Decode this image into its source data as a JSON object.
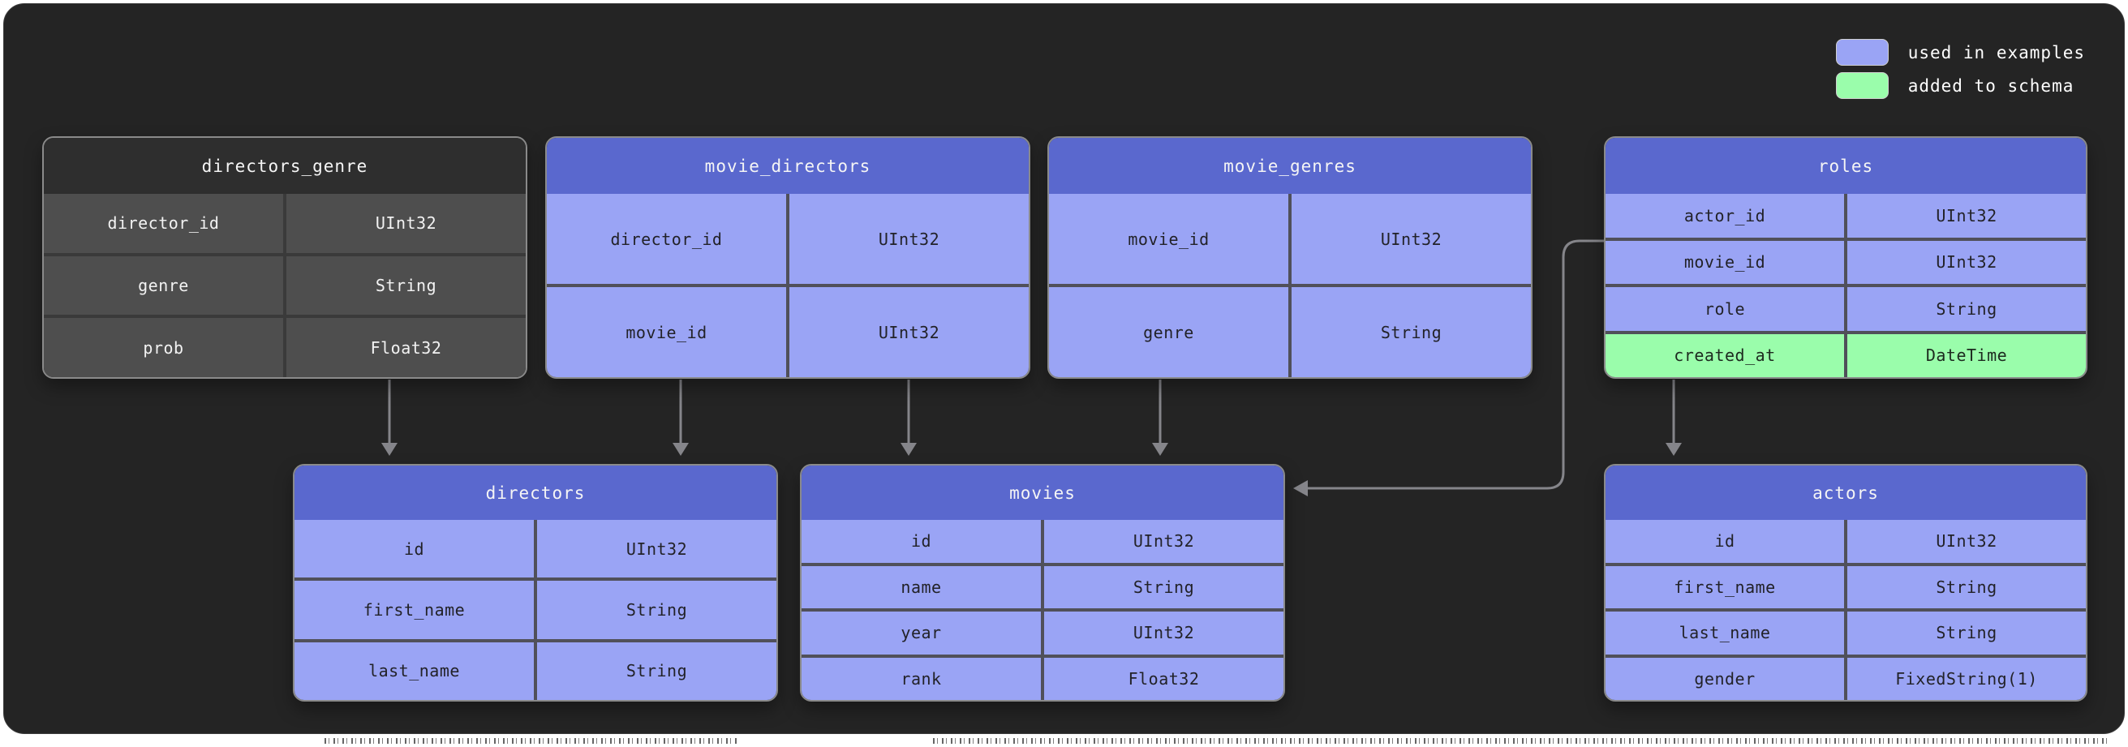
{
  "legend": {
    "items": [
      {
        "label": "used in examples",
        "color": "#9aa4f5"
      },
      {
        "label": "added to schema",
        "color": "#9afdab"
      }
    ]
  },
  "colors": {
    "panel_background": "#242424",
    "table_header_blue": "#5a68ce",
    "table_cell_blue": "#9aa4f5",
    "table_cell_green": "#9afdab",
    "muted_table_header": "#2e2e2e",
    "muted_table_cell": "#4e4e4e",
    "arrow": "#85858a"
  },
  "tables": [
    {
      "name": "directors_genre",
      "style": "muted",
      "rows": [
        {
          "field": "director_id",
          "type": "UInt32"
        },
        {
          "field": "genre",
          "type": "String"
        },
        {
          "field": "prob",
          "type": "Float32"
        }
      ]
    },
    {
      "name": "movie_directors",
      "style": "blue",
      "rows": [
        {
          "field": "director_id",
          "type": "UInt32"
        },
        {
          "field": "movie_id",
          "type": "UInt32"
        }
      ]
    },
    {
      "name": "movie_genres",
      "style": "blue",
      "rows": [
        {
          "field": "movie_id",
          "type": "UInt32"
        },
        {
          "field": "genre",
          "type": "String"
        }
      ]
    },
    {
      "name": "roles",
      "style": "blue",
      "rows": [
        {
          "field": "actor_id",
          "type": "UInt32"
        },
        {
          "field": "movie_id",
          "type": "UInt32"
        },
        {
          "field": "role",
          "type": "String"
        },
        {
          "field": "created_at",
          "type": "DateTime",
          "highlight": "added to schema"
        }
      ]
    },
    {
      "name": "directors",
      "style": "blue",
      "rows": [
        {
          "field": "id",
          "type": "UInt32"
        },
        {
          "field": "first_name",
          "type": "String"
        },
        {
          "field": "last_name",
          "type": "String"
        }
      ]
    },
    {
      "name": "movies",
      "style": "blue",
      "rows": [
        {
          "field": "id",
          "type": "UInt32"
        },
        {
          "field": "name",
          "type": "String"
        },
        {
          "field": "year",
          "type": "UInt32"
        },
        {
          "field": "rank",
          "type": "Float32"
        }
      ]
    },
    {
      "name": "actors",
      "style": "blue",
      "rows": [
        {
          "field": "id",
          "type": "UInt32"
        },
        {
          "field": "first_name",
          "type": "String"
        },
        {
          "field": "last_name",
          "type": "String"
        },
        {
          "field": "gender",
          "type": "FixedString(1)"
        }
      ]
    }
  ],
  "relationships": [
    {
      "from": "directors_genre",
      "to": "directors"
    },
    {
      "from": "movie_directors.director_id",
      "to": "directors"
    },
    {
      "from": "movie_directors.movie_id",
      "to": "movies"
    },
    {
      "from": "movie_genres.movie_id",
      "to": "movies"
    },
    {
      "from": "roles.movie_id",
      "to": "movies"
    },
    {
      "from": "roles",
      "to": "actors"
    }
  ]
}
